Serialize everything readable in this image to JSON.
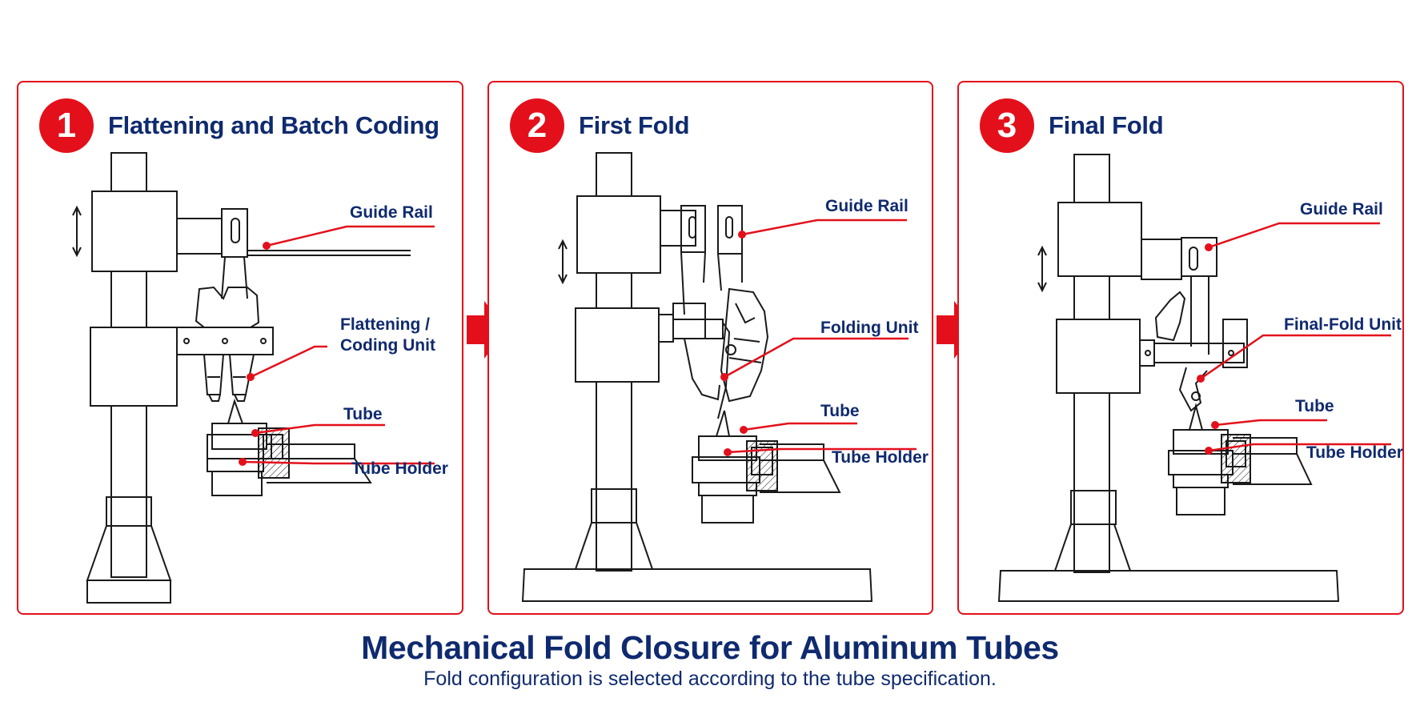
{
  "panels": [
    {
      "number": "1",
      "title": "Flattening and Batch Coding",
      "labels": [
        "Guide Rail",
        "Flattening / Coding Unit",
        "Tube",
        "Tube Holder"
      ]
    },
    {
      "number": "2",
      "title": "First Fold",
      "labels": [
        "Guide Rail",
        "Folding Unit",
        "Tube",
        "Tube Holder"
      ]
    },
    {
      "number": "3",
      "title": "Final Fold",
      "labels": [
        "Guide Rail",
        "Final-Fold Unit",
        "Tube",
        "Tube Holder"
      ]
    }
  ],
  "title": "Mechanical Fold Closure for Aluminum Tubes",
  "subtitle": "Fold configuration is selected according to the tube specification.",
  "colors": {
    "accent": "#e3101b",
    "navy": "#0f2a6e",
    "line": "#1a1a1a"
  }
}
